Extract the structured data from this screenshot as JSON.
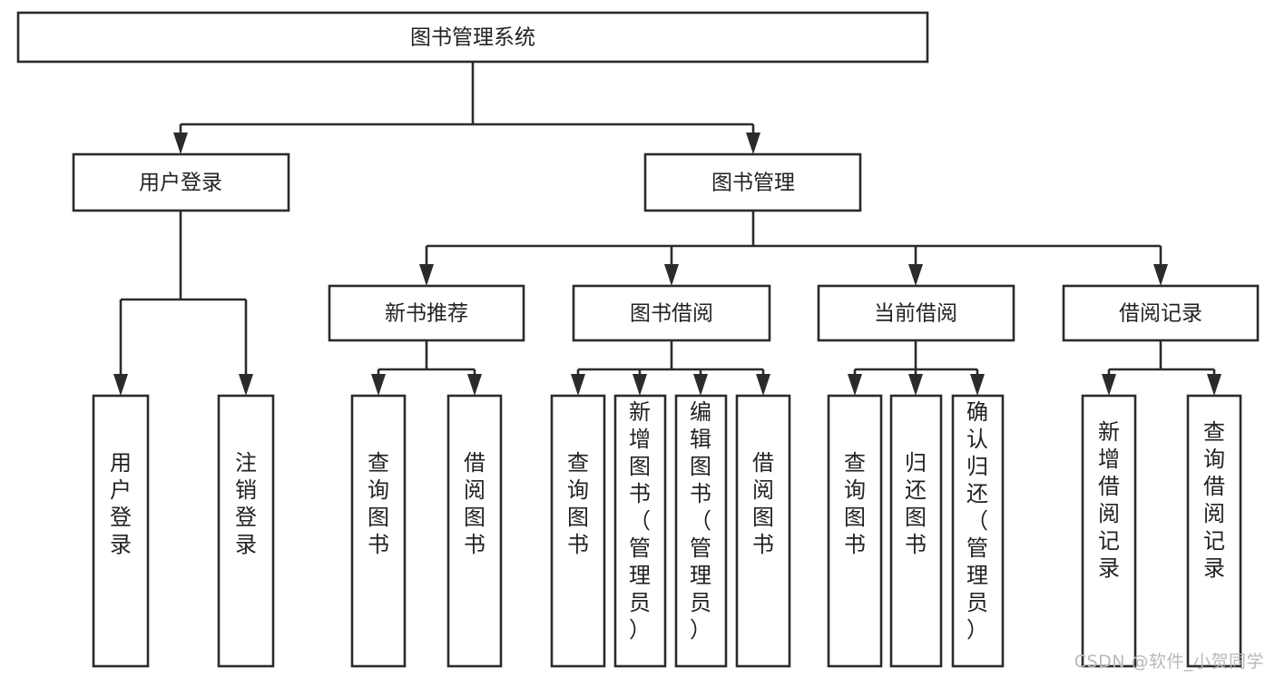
{
  "diagram": {
    "title": "图书管理系统",
    "type": "tree-hierarchy",
    "root": {
      "id": "root",
      "label": "图书管理系统",
      "level": 0
    },
    "level2": [
      {
        "id": "user-login",
        "label": "用户登录"
      },
      {
        "id": "book-manage",
        "label": "图书管理"
      }
    ],
    "level3": [
      {
        "id": "new-book-recommend",
        "label": "新书推荐",
        "parent": "book-manage"
      },
      {
        "id": "book-borrow",
        "label": "图书借阅",
        "parent": "book-manage"
      },
      {
        "id": "current-borrow",
        "label": "当前借阅",
        "parent": "book-manage"
      },
      {
        "id": "borrow-record",
        "label": "借阅记录",
        "parent": "book-manage"
      }
    ],
    "leaves": [
      {
        "id": "leaf-user-login",
        "label": "用户登录",
        "parent": "user-login"
      },
      {
        "id": "leaf-logout-login",
        "label": "注销登录",
        "parent": "user-login"
      },
      {
        "id": "leaf-query-book-1",
        "label": "查询图书",
        "parent": "new-book-recommend"
      },
      {
        "id": "leaf-borrow-book-1",
        "label": "借阅图书",
        "parent": "new-book-recommend"
      },
      {
        "id": "leaf-query-book-2",
        "label": "查询图书",
        "parent": "book-borrow"
      },
      {
        "id": "leaf-add-book",
        "label": "新增图书（管理员）",
        "parent": "book-borrow"
      },
      {
        "id": "leaf-edit-book",
        "label": "编辑图书（管理员）",
        "parent": "book-borrow"
      },
      {
        "id": "leaf-borrow-book-2",
        "label": "借阅图书",
        "parent": "book-borrow"
      },
      {
        "id": "leaf-query-book-3",
        "label": "查询图书",
        "parent": "current-borrow"
      },
      {
        "id": "leaf-return-book",
        "label": "归还图书",
        "parent": "current-borrow"
      },
      {
        "id": "leaf-confirm-return",
        "label": "确认归还（管理员）",
        "parent": "current-borrow"
      },
      {
        "id": "leaf-add-record",
        "label": "新增借阅记录",
        "parent": "borrow-record"
      },
      {
        "id": "leaf-query-record",
        "label": "查询借阅记录",
        "parent": "borrow-record"
      }
    ]
  },
  "watermark": {
    "text": "CSDN @软件_小贺同学"
  },
  "colors": {
    "stroke": "#2b2b2b",
    "fill": "#ffffff",
    "text": "#222222",
    "watermark": "#b9b9b9",
    "background": "#ffffff"
  }
}
